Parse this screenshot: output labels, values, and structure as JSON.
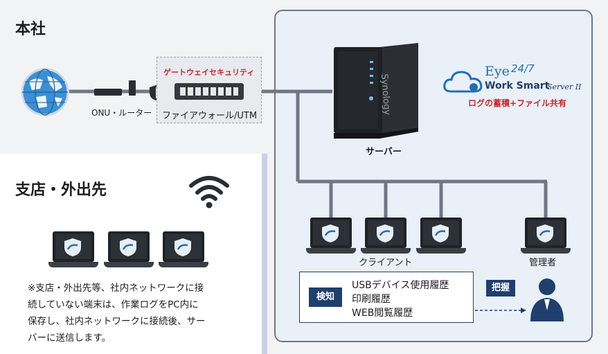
{
  "head_office": {
    "title": "本社"
  },
  "branch": {
    "title": "支店・外出先",
    "note_lines": [
      "※支店・外出先等、社内ネットワークに接",
      "続していない端末は、作業ログをPC内に",
      "保存し、社内ネットワークに接続後、サー",
      "バーに送信します。"
    ]
  },
  "network": {
    "onu_label": "ONU・ルーター",
    "gateway_label": "ゲートウェイセキュリティ",
    "firewall_label": "ファイアウォール/UTM",
    "server_label": "サーバー",
    "server_brand": "Synology",
    "clients_label": "クライアント",
    "admin_label": "管理者"
  },
  "product": {
    "logo_eye": "Eye",
    "logo_247": "24/7",
    "logo_name": "Work Smart",
    "logo_suffix": "Server II",
    "caption": "ログの蓄積+ファイル共有"
  },
  "detection": {
    "badge": "検知",
    "items": [
      "USBデバイス使用履歴",
      "印刷履歴",
      "WEB閲覧履歴"
    ],
    "grasp_badge": "把握"
  },
  "colors": {
    "accent_red": "#d1232d",
    "navy": "#1f3f6d",
    "logo_blue": "#1f6fb5",
    "line_gray": "#6f7784"
  }
}
